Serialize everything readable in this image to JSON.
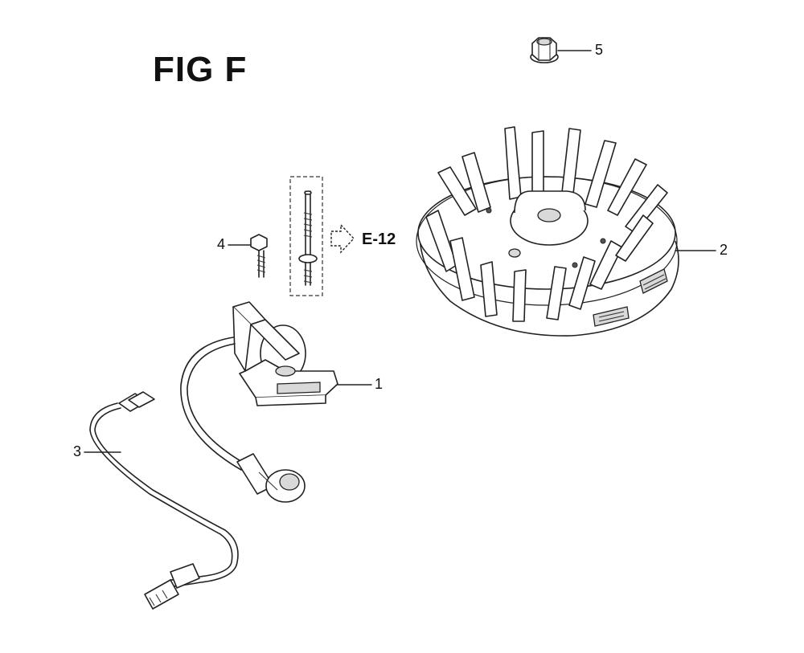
{
  "figure": {
    "title": "FIG F",
    "reference": "E-12"
  },
  "callouts": [
    {
      "id": "part-1",
      "label": "1"
    },
    {
      "id": "part-2",
      "label": "2"
    },
    {
      "id": "part-3",
      "label": "3"
    },
    {
      "id": "part-4",
      "label": "4"
    },
    {
      "id": "part-5",
      "label": "5"
    }
  ]
}
